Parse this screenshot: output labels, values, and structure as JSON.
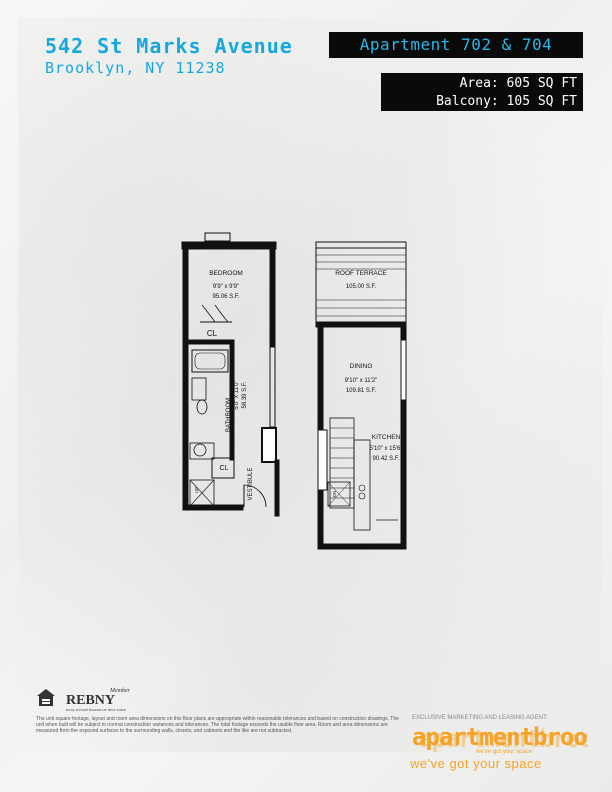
{
  "header": {
    "street": "542 St Marks Avenue",
    "city": "Brooklyn, NY 11238",
    "apartment": "Apartment 702 & 704",
    "area": "Area: 605 SQ FT",
    "balcony": "Balcony: 105 SQ FT"
  },
  "floorplan": {
    "bedroom": {
      "label": "BEDROOM",
      "dims": "9'9\" x 9'9\"",
      "sf": "95.06 S.F."
    },
    "closet_bedroom": "CL",
    "bathroom": {
      "label": "BATHROOM",
      "dims": "5'0\" x 11'0\"",
      "sf": "58.39 S.F."
    },
    "closet_vestibule": "CL",
    "vestibule": "VESTIBULE",
    "up": "UP",
    "roof_terrace": {
      "label": "ROOF TERRACE",
      "sf": "105.00 S.F."
    },
    "dining": {
      "label": "DINING",
      "dims": "9'10\" x 11'2\"",
      "sf": "109.81 S.F."
    },
    "kitchen": {
      "label": "KITCHEN",
      "dims": "5'10\" x 15'6\"",
      "sf": "90.42 S.F."
    },
    "dn": "DN"
  },
  "footer": {
    "rebny_member": "Member",
    "rebny_name": "REBNY",
    "rebny_sub": "REAL ESTATE BOARD OF NEW YORK",
    "disclaimer": "The unit square footage, layout and room area dimensions on this floor plans are appropriate within reasonable tolerances and based on construction drawings. The unit when built will be subject to normal construction variances and tolerances. The total footage exceeds the usable floor area. Room and area dimensions are measured from the exposed surfaces to the surrounding walls, closets, and cabinets and the like are not subtracted.",
    "agent_label": "EXCLUSIVE MARKETING AND LEASING AGENT:",
    "brand": "apartmentbrooklyn",
    "tagline_small": "we've got your space",
    "tagline": "we've got your space"
  },
  "colors": {
    "accent_blue": "#14a8df",
    "brand_orange": "#f7a223",
    "box_black": "#0a0a0a"
  }
}
